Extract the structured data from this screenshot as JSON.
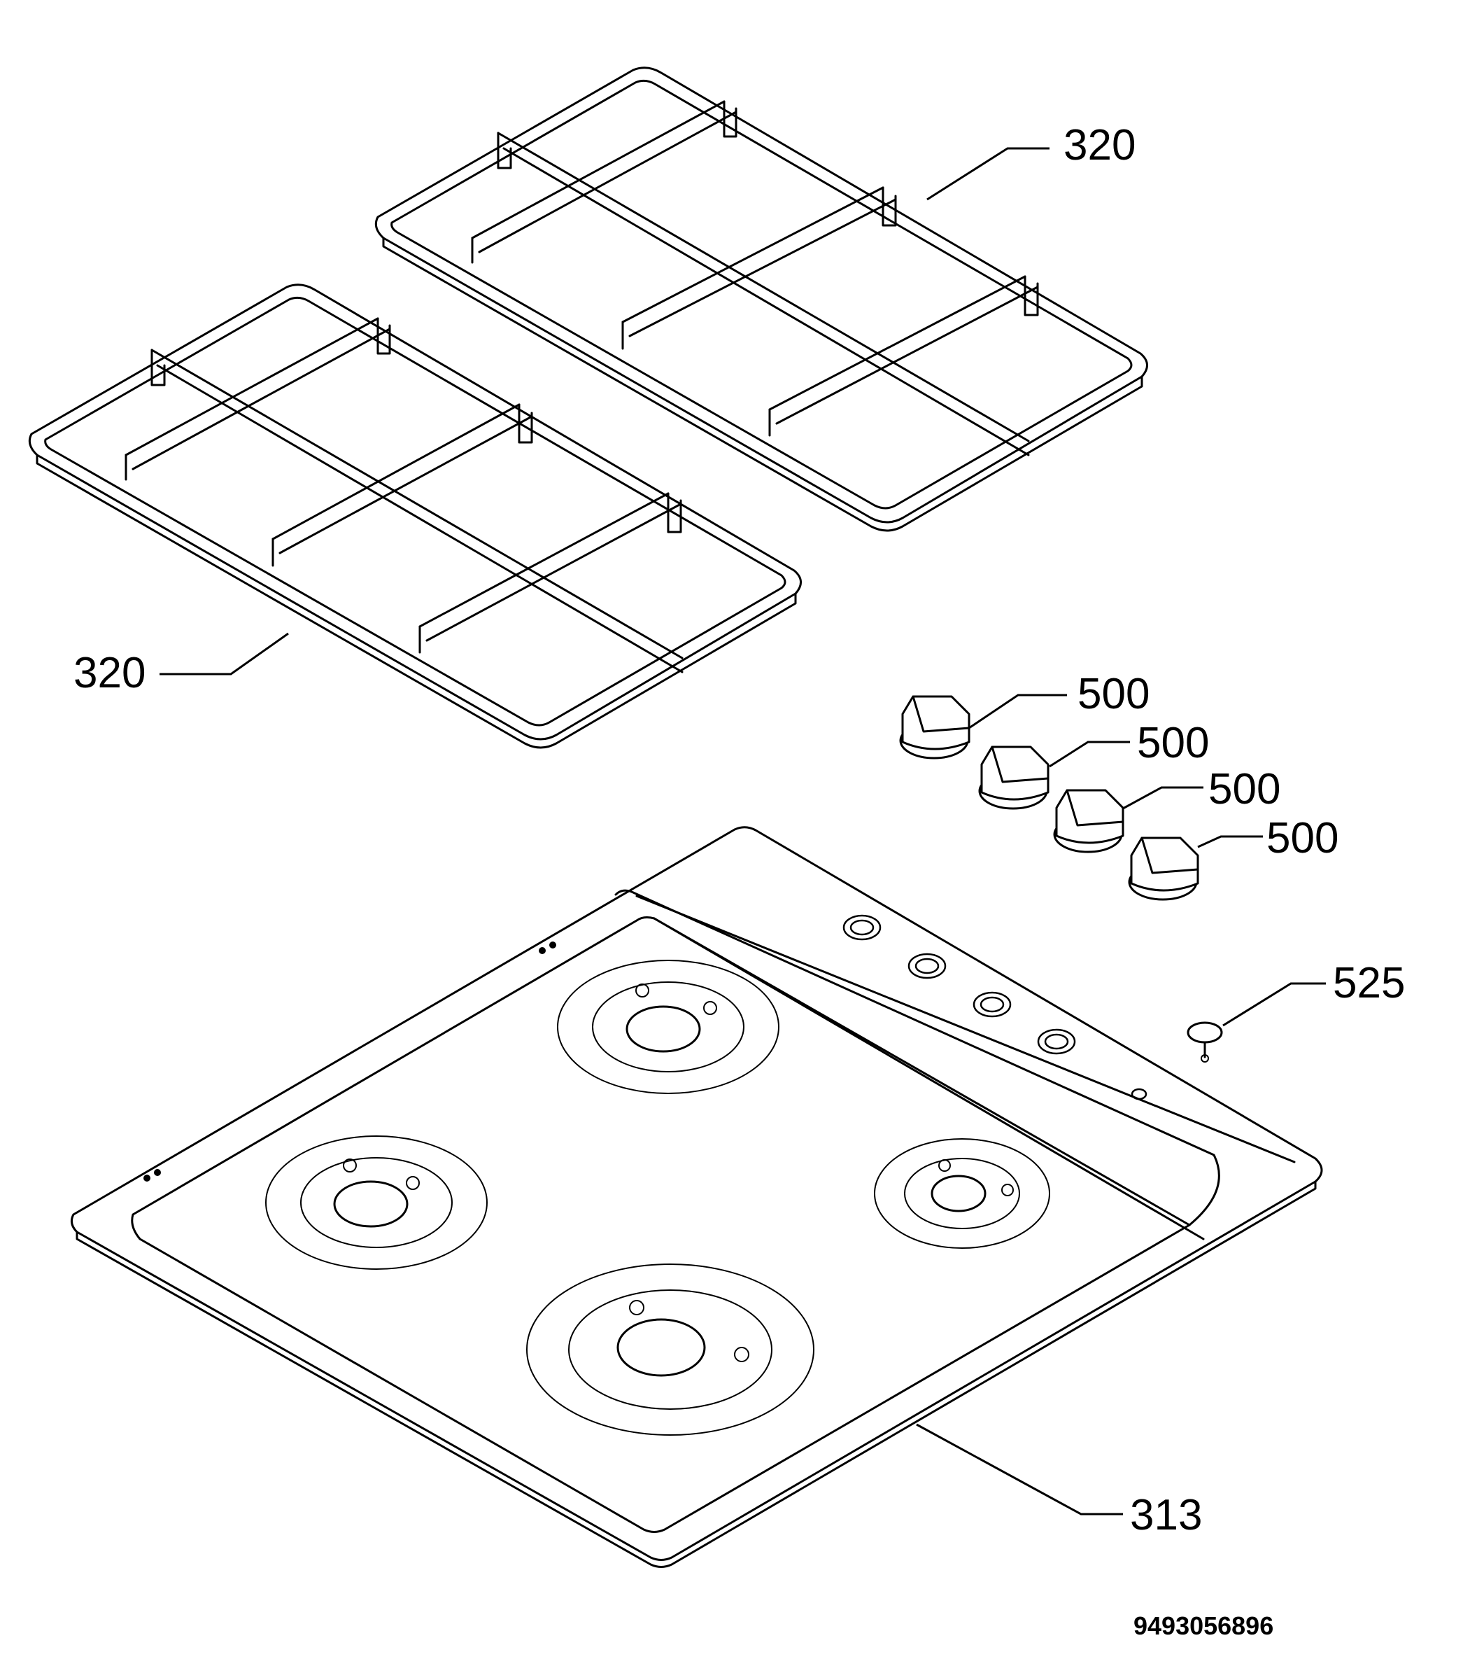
{
  "callouts": {
    "grate_right": "320",
    "grate_left": "320",
    "knob_1": "500",
    "knob_2": "500",
    "knob_3": "500",
    "knob_4": "500",
    "screw": "525",
    "hob_top": "313"
  },
  "document_number": "9493056896"
}
